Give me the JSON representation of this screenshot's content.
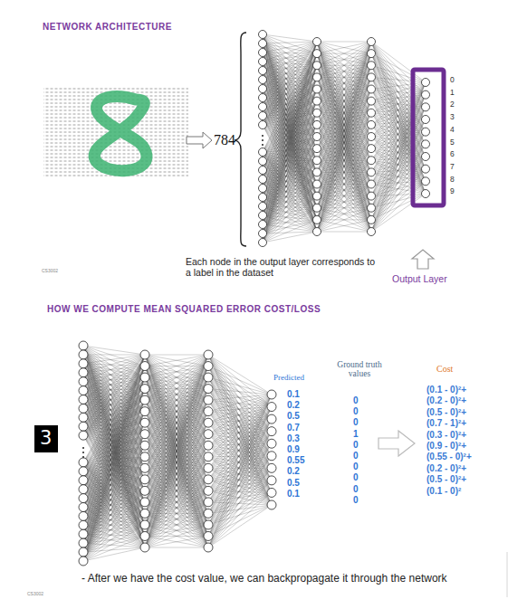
{
  "diagram": {
    "title": "NETWORK ARCHITECTURE",
    "caption": "- After we have the cost value, we can backpropagate it through the network",
    "labels": [
      "784",
      "0",
      "1",
      "2",
      "3",
      "4",
      "5",
      "6",
      "7",
      "8",
      "9",
      "Each node in the output layer corresponds to a label in the dataset",
      "Output Layer",
      "CS3002",
      "HOW WE COMPUTE MEAN SQUARED ERROR COST/LOSS",
      "3",
      "Predicted",
      "Ground truth values",
      "Cost",
      "0.1",
      "0.2",
      "0.5",
      "0.7",
      "0.3",
      "0.9",
      "0.55",
      "0.2",
      "0.5",
      "0.1",
      "0",
      "0",
      "0",
      "1",
      "0",
      "0",
      "0",
      "0",
      "0",
      "0",
      "(0.1 - 0)²+",
      "(0.2 - 0)²+",
      "(0.5 - 0)²+",
      "(0.7 - 1)²+",
      "(0.3 - 0)²+",
      "(0.9 - 0)²+",
      "(0.55 - 0)²+",
      "(0.2 - 0)²+",
      "(0.5 - 0)²+",
      "(0.1 - 0)²",
      "CS3002"
    ]
  }
}
